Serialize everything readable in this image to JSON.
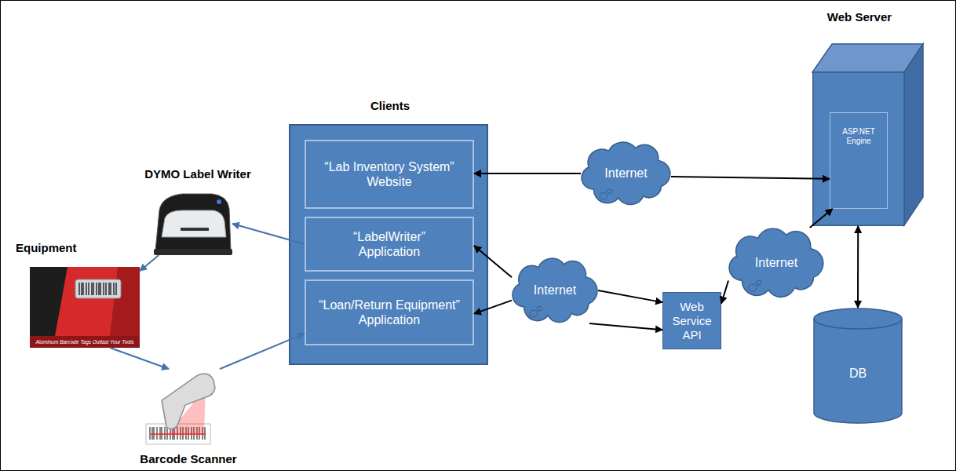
{
  "diagram": {
    "nodes": [
      {
        "text": [
          "Clients"
        ]
      },
      {
        "text": [
          "“Lab Inventory System” Website"
        ],
        "in": 0
      },
      {
        "text": [
          "“LabelWriter” Application"
        ],
        "in": 0
      },
      {
        "text": [
          "“Loan/Return Equipment” Application"
        ],
        "in": 0
      },
      {
        "text": [
          "Internet"
        ]
      },
      {
        "text": [
          "Internet"
        ]
      },
      {
        "text": [
          "Web Service API"
        ]
      },
      {
        "text": [
          "Internet"
        ]
      },
      {
        "text": [
          "Web Server"
        ]
      },
      {
        "text": [
          "ASP.NET Engine"
        ],
        "in": 8
      },
      {
        "text": [
          "DB"
        ]
      },
      {
        "text": [
          "DYMO Label Writer"
        ]
      },
      {
        "text": [
          "Equipment"
        ]
      },
      {
        "text": [
          "Barcode Scanner"
        ]
      }
    ],
    "edges": [
      {
        "from": 4,
        "to": 1,
        "arrow": "to"
      },
      {
        "from": 4,
        "to": 9,
        "arrow": "to"
      },
      {
        "from": 5,
        "to": 2,
        "arrow": "to"
      },
      {
        "from": 5,
        "to": 3,
        "arrow": "to"
      },
      {
        "from": 5,
        "to": 6,
        "arrow": "to"
      },
      {
        "from": 5,
        "to": 6,
        "arrow": "to"
      },
      {
        "from": 7,
        "to": 6,
        "arrow": "to"
      },
      {
        "from": 7,
        "to": 9,
        "arrow": "to"
      },
      {
        "from": 8,
        "to": 10,
        "arrow": "both"
      },
      {
        "from": 2,
        "to": 11,
        "arrow": "to"
      },
      {
        "from": 11,
        "to": 12,
        "arrow": "to"
      },
      {
        "from": 12,
        "to": 13,
        "arrow": "to"
      },
      {
        "from": 13,
        "to": 3,
        "arrow": "to"
      }
    ],
    "labels": [
      "Aluminum Barcode Tags Outlast Your Tools"
    ]
  }
}
